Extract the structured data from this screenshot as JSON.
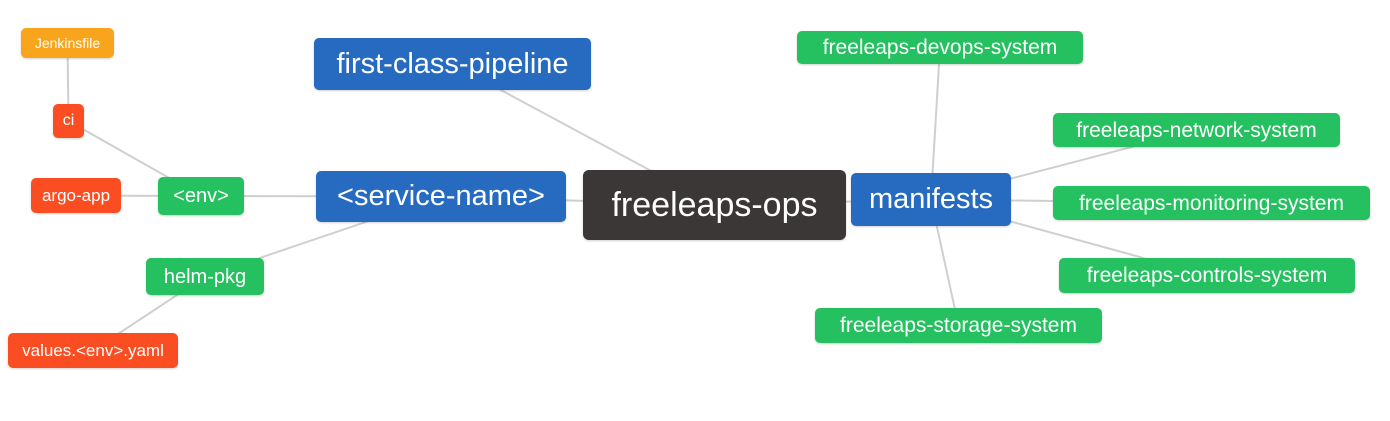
{
  "diagram": {
    "type": "mindmap",
    "root": "freeleaps-ops",
    "background_color": "#ffffff",
    "edge_color": "#cfcfcf",
    "node_text_color": "#ffffff"
  },
  "palette": {
    "blue": "#276BC0",
    "green": "#25C05F",
    "red": "#FB4D22",
    "orange": "#F8A51D",
    "dark": "#3B3737"
  },
  "nodes": {
    "jenkinsfile": {
      "label": "Jenkinsfile",
      "color": "orange"
    },
    "ci": {
      "label": "ci",
      "color": "red"
    },
    "argo_app": {
      "label": "argo-app",
      "color": "red"
    },
    "env": {
      "label": "<env>",
      "color": "green"
    },
    "first_class_pipeline": {
      "label": "first-class-pipeline",
      "color": "blue"
    },
    "service_name": {
      "label": "<service-name>",
      "color": "blue"
    },
    "freeleaps_ops": {
      "label": "freeleaps-ops",
      "color": "dark"
    },
    "manifests": {
      "label": "manifests",
      "color": "blue"
    },
    "helm_pkg": {
      "label": "helm-pkg",
      "color": "green"
    },
    "values_env_yaml": {
      "label": "values.<env>.yaml",
      "color": "red"
    },
    "devops_system": {
      "label": "freeleaps-devops-system",
      "color": "green"
    },
    "network_system": {
      "label": "freeleaps-network-system",
      "color": "green"
    },
    "monitoring_system": {
      "label": "freeleaps-monitoring-system",
      "color": "green"
    },
    "controls_system": {
      "label": "freeleaps-controls-system",
      "color": "green"
    },
    "storage_system": {
      "label": "freeleaps-storage-system",
      "color": "green"
    }
  },
  "edges": [
    {
      "from": "jenkinsfile",
      "to": "ci"
    },
    {
      "from": "ci",
      "to": "env"
    },
    {
      "from": "argo_app",
      "to": "env"
    },
    {
      "from": "env",
      "to": "service_name"
    },
    {
      "from": "service_name",
      "to": "helm_pkg"
    },
    {
      "from": "helm_pkg",
      "to": "values_env_yaml"
    },
    {
      "from": "first_class_pipeline",
      "to": "freeleaps_ops"
    },
    {
      "from": "service_name",
      "to": "freeleaps_ops"
    },
    {
      "from": "freeleaps_ops",
      "to": "manifests"
    },
    {
      "from": "manifests",
      "to": "devops_system"
    },
    {
      "from": "manifests",
      "to": "network_system"
    },
    {
      "from": "manifests",
      "to": "monitoring_system"
    },
    {
      "from": "manifests",
      "to": "controls_system"
    },
    {
      "from": "manifests",
      "to": "storage_system"
    }
  ]
}
